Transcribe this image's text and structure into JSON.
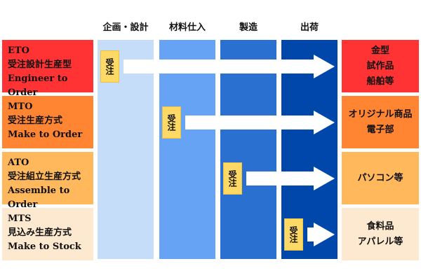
{
  "headers": [
    "企画・設計",
    "材料仕入",
    "製造",
    "出荷"
  ],
  "rows": [
    {
      "code": "ETO",
      "jp": "受注設計生産型",
      "en": "Engineer to Order",
      "badge": "受注",
      "examples": [
        "金型",
        "試作品",
        "船舶等"
      ],
      "color": "#ff3333"
    },
    {
      "code": "MTO",
      "jp": "受注生産方式",
      "en": "Make to Order",
      "badge": "受注",
      "examples": [
        "オリジナル商品",
        "電子部"
      ],
      "color": "#ff8533"
    },
    {
      "code": "ATO",
      "jp": "受注組立生産方式",
      "en": "Assemble to Order",
      "badge": "受注",
      "examples": [
        "パソコン等"
      ],
      "color": "#ffb85c"
    },
    {
      "code": "MTS",
      "jp": "見込み生産方式",
      "en": "Make to Stock",
      "badge": "受注",
      "examples": [
        "食料品",
        "アパレル等"
      ],
      "color": "#fde9cf"
    }
  ],
  "column_colors": [
    "#c6ddfa",
    "#66a3f5",
    "#2a70d0",
    "#0047ab"
  ],
  "badge_color": "#ffd966"
}
